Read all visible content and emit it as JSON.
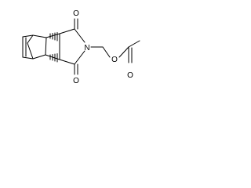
{
  "molecule": {
    "atoms": {
      "imide_oxygen_top": "O",
      "imide_nitrogen": "N",
      "imide_oxygen_bottom": "O",
      "ester_oxygen": "O",
      "carbonyl_oxygen": "O"
    },
    "colors": {
      "bond": "#000000",
      "background": "#ffffff"
    }
  }
}
